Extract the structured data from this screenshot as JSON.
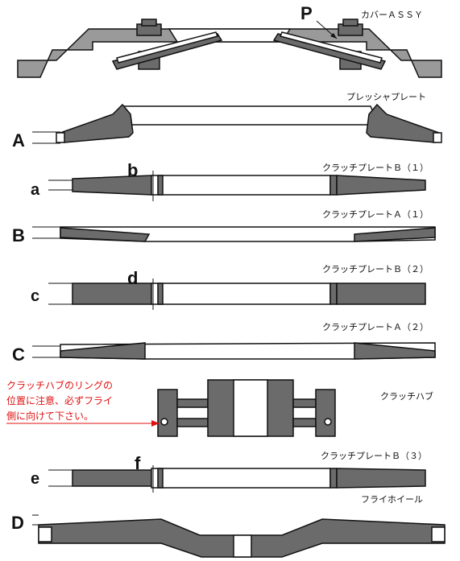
{
  "labels": {
    "cover_assy": "カバーＡＳＳＹ",
    "pressure_plate": "プレッシャプレート",
    "clutch_plate_b1": "クラッチプレートＢ（１）",
    "clutch_plate_a1": "クラッチプレートＡ（１）",
    "clutch_plate_b2": "クラッチプレートＢ（２）",
    "clutch_plate_a2": "クラッチプレートＡ（２）",
    "clutch_hub": "クラッチハブ",
    "clutch_plate_b3": "クラッチプレートＢ（３）",
    "flywheel": "フライホイール"
  },
  "letters": {
    "P": "P",
    "A": "A",
    "a": "a",
    "b": "b",
    "B": "B",
    "c": "c",
    "d": "d",
    "C": "C",
    "e": "e",
    "f": "f",
    "D": "D"
  },
  "note": {
    "line1": "クラッチハブのリングの",
    "line2": "位置に注意、必ずフライ",
    "line3": "側に向けて下さい。",
    "color": "#e01010"
  }
}
